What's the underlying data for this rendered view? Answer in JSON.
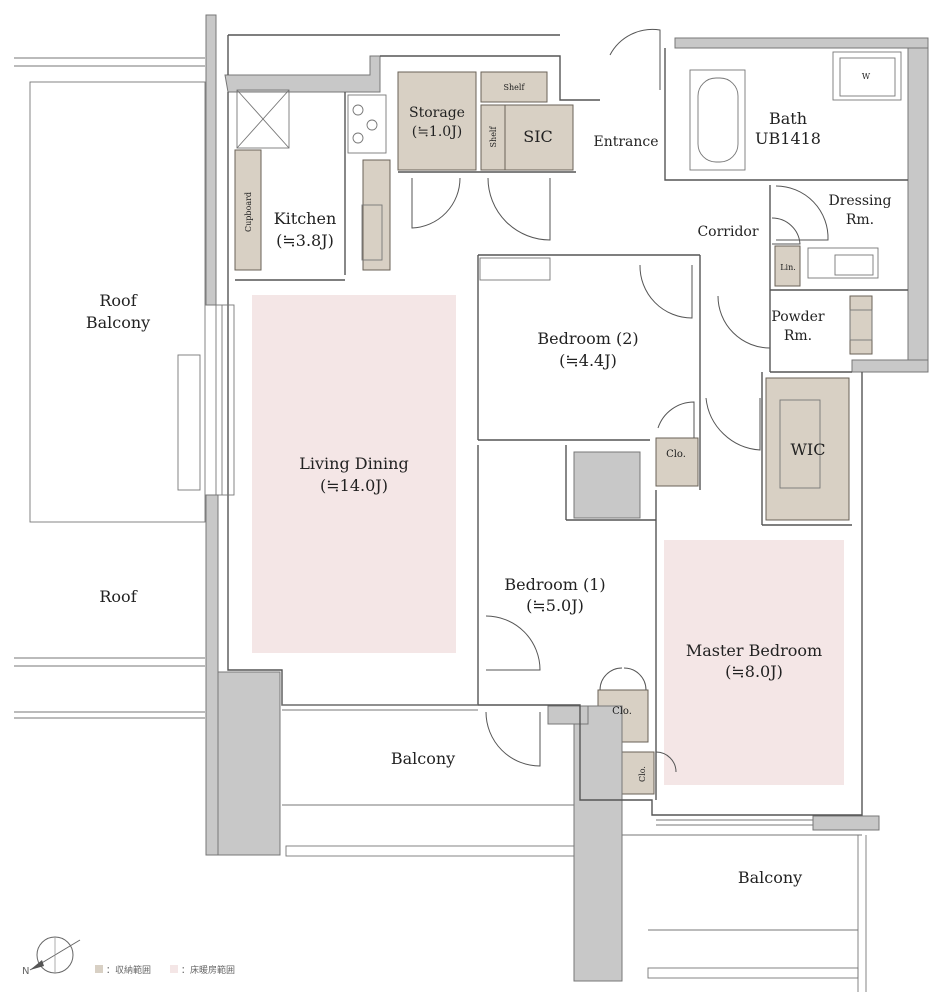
{
  "rooms": {
    "roof_balcony": [
      "Roof",
      "Balcony"
    ],
    "roof": "Roof",
    "kitchen": [
      "Kitchen",
      "(≒3.8J)"
    ],
    "cupboard": "Cupboard",
    "storage": [
      "Storage",
      "(≒1.0J)"
    ],
    "shelf_top": "Shelf",
    "shelf_side": "Shelf",
    "sic": "SIC",
    "entrance": "Entrance",
    "bath": [
      "Bath",
      "UB1418"
    ],
    "washer": "W",
    "dressing": [
      "Dressing",
      "Rm."
    ],
    "corridor": "Corridor",
    "linen": "Lin.",
    "powder": [
      "Powder",
      "Rm."
    ],
    "bedroom2": [
      "Bedroom (2)",
      "(≒4.4J)"
    ],
    "living": [
      "Living Dining",
      "(≒14.0J)"
    ],
    "clo_bed2": "Clo.",
    "wic": "WIC",
    "bedroom1": [
      "Bedroom (1)",
      "(≒5.0J)"
    ],
    "master": [
      "Master Bedroom",
      "(≒8.0J)"
    ],
    "clo_bed1": "Clo.",
    "clo_small": "Clo.",
    "balcony_left": "Balcony",
    "balcony_right": "Balcony"
  },
  "legend": {
    "storage": "：収納範囲",
    "heated": "：床暖房範囲",
    "storage_color": "#d8d0c4",
    "heated_color": "#f4e6e6"
  },
  "compass": {
    "label": "N",
    "icon": "compass-icon"
  }
}
